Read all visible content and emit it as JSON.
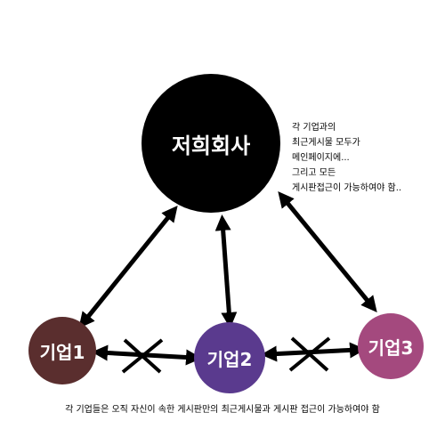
{
  "nodes": {
    "main": "저희회사",
    "company1": "기업1",
    "company2": "기업2",
    "company3": "기업3"
  },
  "side_note": [
    "각 기업과의",
    "최근게시물 모두가",
    "메인페이지에...",
    "그리고 모든",
    "게시판접근이 가능하여야 함.."
  ],
  "bottom_note": "각 기업들은 오직 자신이 속한 게시판만의 최근게시물과 게시판 접근이 가능하여야 함",
  "colors": {
    "main": "#000000",
    "company1": "#5a2e2e",
    "company2": "#5a3a8e",
    "company3": "#a4497e"
  }
}
